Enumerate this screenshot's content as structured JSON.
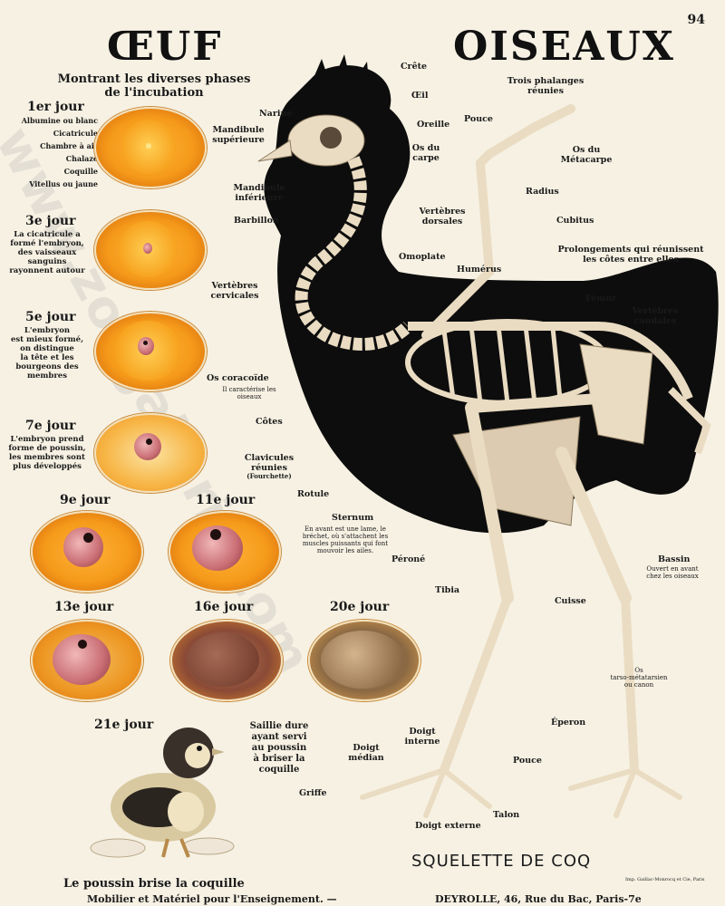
{
  "page_number": "94",
  "egg_title": "ŒUF",
  "egg_subtitle_1": "Montrant les diverses phases",
  "egg_subtitle_2": "de l'incubation",
  "bird_title": "OISEAUX",
  "days": {
    "d1": "1er jour",
    "d3": "3e jour",
    "d5": "5e jour",
    "d7": "7e jour",
    "d9": "9e jour",
    "d11": "11e jour",
    "d13": "13e jour",
    "d16": "16e jour",
    "d20": "20e jour",
    "d21": "21e jour"
  },
  "egg_labels": {
    "albumine": "Albumine ou blanc",
    "cicatricule": "Cicatricule",
    "chambre": "Chambre à air",
    "chalaze": "Chalaze",
    "coquille": "Coquille",
    "vitellus": "Vitellus ou jaune"
  },
  "day3_text": [
    "La cicatricule a",
    "formé l'embryon,",
    "des vaisseaux",
    "sanguins",
    "rayonnent autour"
  ],
  "day5_text": [
    "L'embryon",
    "est mieux formé,",
    "on distingue",
    "la tête et les",
    "bourgeons des",
    "membres"
  ],
  "day7_text": [
    "L'embryon prend",
    "forme de poussin,",
    "les membres sont",
    "plus développés"
  ],
  "day21_text": [
    "Saillie dure",
    "ayant servi",
    "au poussin",
    "à briser la coquille"
  ],
  "chick_caption": "Le poussin brise la coquille",
  "skeleton_labels": {
    "crete": "Crête",
    "oeil": "Œil",
    "oreille": "Oreille",
    "narine": "Narine",
    "mandibule_sup": [
      "Mandibule",
      "supérieure"
    ],
    "mandibule_inf": [
      "Mandibule",
      "inférieure"
    ],
    "barbillon": "Barbillon",
    "vertebres_cervicales": [
      "Vertèbres",
      "cervicales"
    ],
    "trois_phalanges": [
      "Trois phalanges",
      "réunies"
    ],
    "pouce_aile": "Pouce",
    "os_carpe": [
      "Os du",
      "carpe"
    ],
    "os_metacarpe": [
      "Os du",
      "Métacarpe"
    ],
    "radius": "Radius",
    "cubitus": "Cubitus",
    "vertebres_dorsales": [
      "Vertèbres",
      "dorsales"
    ],
    "omoplate": "Omoplate",
    "humerus": "Humérus",
    "prolongements": [
      "Prolongements qui réunissent",
      "les côtes entre elles"
    ],
    "femur": "Fémur",
    "vertebres_caudales": [
      "Vertèbres",
      "caudales"
    ],
    "os_coracoide": "Os coracoïde",
    "coracoide_note": [
      "Il caractérise les",
      "oiseaux"
    ],
    "cotes": "Côtes",
    "clavicules": [
      "Clavicules",
      "réunies"
    ],
    "fourchette": "(Fourchette)",
    "rotule": "Rotule",
    "sternum": "Sternum",
    "sternum_note": [
      "En avant est une lame, le",
      "bréchet, où s'attachent les",
      "muscles puissants qui font",
      "mouvoir les ailes."
    ],
    "bassin": "Bassin",
    "bassin_note": [
      "Ouvert en avant",
      "chez les oiseaux"
    ],
    "perone": "Péroné",
    "tibia": "Tibia",
    "cuisse": "Cuisse",
    "os_tarso": [
      "Os",
      "tarso-métatarsien",
      "ou canon"
    ],
    "eperon": "Éperon",
    "doigt_interne": [
      "Doigt",
      "interne"
    ],
    "doigt_median": [
      "Doigt",
      "médian"
    ],
    "pouce_pied": "Pouce",
    "griffe": "Griffe",
    "talon": "Talon",
    "doigt_externe": "Doigt externe"
  },
  "skeleton_caption": "SQUELETTE DE COQ",
  "footer_left": "Mobilier et Matériel pour l'Enseignement. —",
  "footer_right": "DEYROLLE, 46, Rue du Bac, Paris-7e",
  "printer_note": "Imp. Gaillac-Monrocq et Cie, Paris",
  "colors": {
    "background": "#f6f1e3",
    "silhouette": "#0d0d0d",
    "bone": "#eadcc2",
    "yolk": "#f59a1a"
  }
}
